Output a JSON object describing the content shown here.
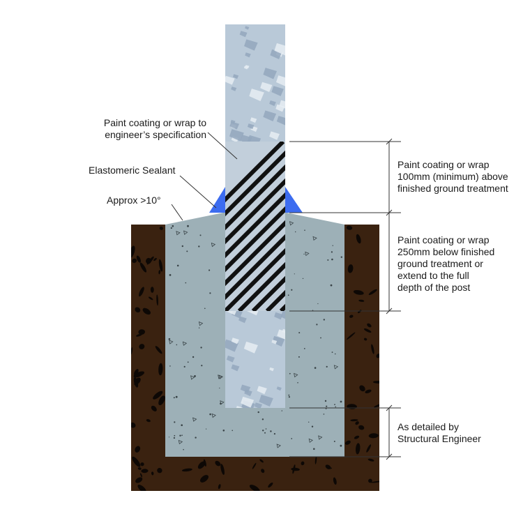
{
  "labels": {
    "paint_spec": [
      "Paint coating or wrap to",
      "engineer’s specification"
    ],
    "sealant": "Elastomeric Sealant",
    "angle": "Approx >10°",
    "above_ground": [
      "Paint coating or wrap",
      "100mm (minimum) above",
      "finished ground treatment"
    ],
    "below_ground": [
      "Paint coating or wrap",
      "250mm below finished",
      "ground treatment or",
      "extend to the full",
      "depth of the post"
    ],
    "base": [
      "As detailed by",
      "Structural Engineer"
    ]
  },
  "colors": {
    "soil": "#3a2210",
    "soil_speck": "#0d0805",
    "concrete": "#9db0b7",
    "post": "#b9c9d8",
    "post_flake": "#e6edf3",
    "sealant": "#3c6cf0",
    "hatch": "#111111",
    "dimension_line": "#333333"
  }
}
